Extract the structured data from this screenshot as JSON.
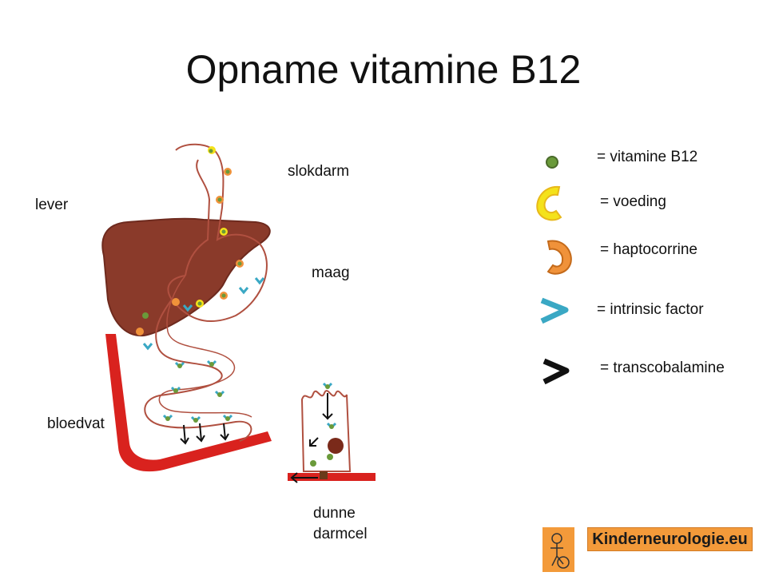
{
  "title": "Opname vitamine B12",
  "labels": {
    "lever": "lever",
    "slokdarm": "slokdarm",
    "maag": "maag",
    "bloedvat": "bloedvat",
    "dunne_line1": "dunne",
    "dunne_line2": "darmcel"
  },
  "legend": [
    {
      "icon": "green-dot-icon",
      "text": "= vitamine B12",
      "color": "#6a9a3a"
    },
    {
      "icon": "yellow-crescent-icon",
      "text": "= voeding",
      "color": "#f4e21a"
    },
    {
      "icon": "orange-crescent-icon",
      "text": "= haptocorrine",
      "color": "#f0923a"
    },
    {
      "icon": "teal-chevron-icon",
      "text": "= intrinsic factor",
      "color": "#3aa8c4"
    },
    {
      "icon": "black-chevron-icon",
      "text": "= transcobalamine",
      "color": "#111111"
    }
  ],
  "logo": {
    "text": "Kinderneurologie.eu",
    "color": "#f39a3a"
  },
  "colors": {
    "liver": "#8a3a2a",
    "blood": "#d9221e",
    "outline": "#b05040"
  }
}
